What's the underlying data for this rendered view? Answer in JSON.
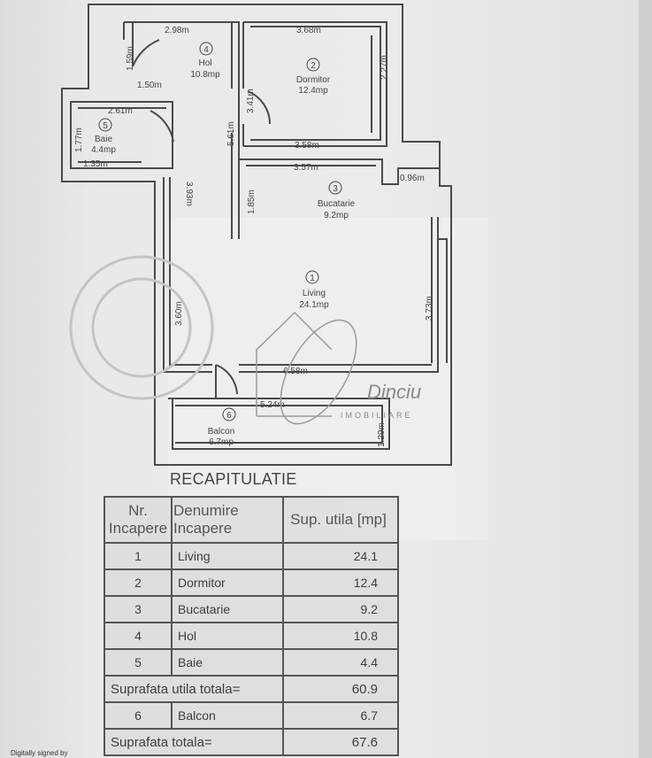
{
  "plan": {
    "rooms": [
      {
        "nr": "1",
        "name": "Living",
        "area": "24.1mp"
      },
      {
        "nr": "2",
        "name": "Dormitor",
        "area": "12.4mp"
      },
      {
        "nr": "3",
        "name": "Bucatarie",
        "area": "9.2mp"
      },
      {
        "nr": "4",
        "name": "Hol",
        "area": "10.8mp"
      },
      {
        "nr": "5",
        "name": "Baie",
        "area": "4.4mp"
      },
      {
        "nr": "6",
        "name": "Balcon",
        "area": "6.7mp"
      }
    ],
    "dimensions": {
      "hol_top": "2.98m",
      "hol_side": "1.59m",
      "hol_mid": "1.50m",
      "hol_long": "5.61m",
      "baie_top": "2.61m",
      "baie_side": "1.77m",
      "baie_bottom": "1.35m",
      "baie_right": "3.93m",
      "dorm_top": "3.68m",
      "dorm_right": "2.27m",
      "dorm_door": "3.41m",
      "dorm_bottom": "3.58m",
      "buc_top": "3.57m",
      "buc_nook": "0.96m",
      "buc_left": "1.85m",
      "liv_left": "3.60m",
      "liv_right": "3.73m",
      "liv_bottom": "6.58m",
      "balc_top": "5.24m",
      "balc_right": "1.29m"
    },
    "watermark": "IMOBILIARE",
    "watermark_script": "Dinciu"
  },
  "summary": {
    "title": "RECAPITULATIE",
    "headers": [
      "Nr. Incapere",
      "Denumire Incapere",
      "Sup. utila [mp]"
    ],
    "rows": [
      {
        "nr": "1",
        "name": "Living",
        "area": "24.1"
      },
      {
        "nr": "2",
        "name": "Dormitor",
        "area": "12.4"
      },
      {
        "nr": "3",
        "name": "Bucatarie",
        "area": "9.2"
      },
      {
        "nr": "4",
        "name": "Hol",
        "area": "10.8"
      },
      {
        "nr": "5",
        "name": "Baie",
        "area": "4.4"
      }
    ],
    "util_total_label": "Suprafata utila totala=",
    "util_total": "60.9",
    "balcony": {
      "nr": "6",
      "name": "Balcon",
      "area": "6.7"
    },
    "total_label": "Suprafata totala=",
    "total": "67.6"
  },
  "signature": "Digitally signed by"
}
